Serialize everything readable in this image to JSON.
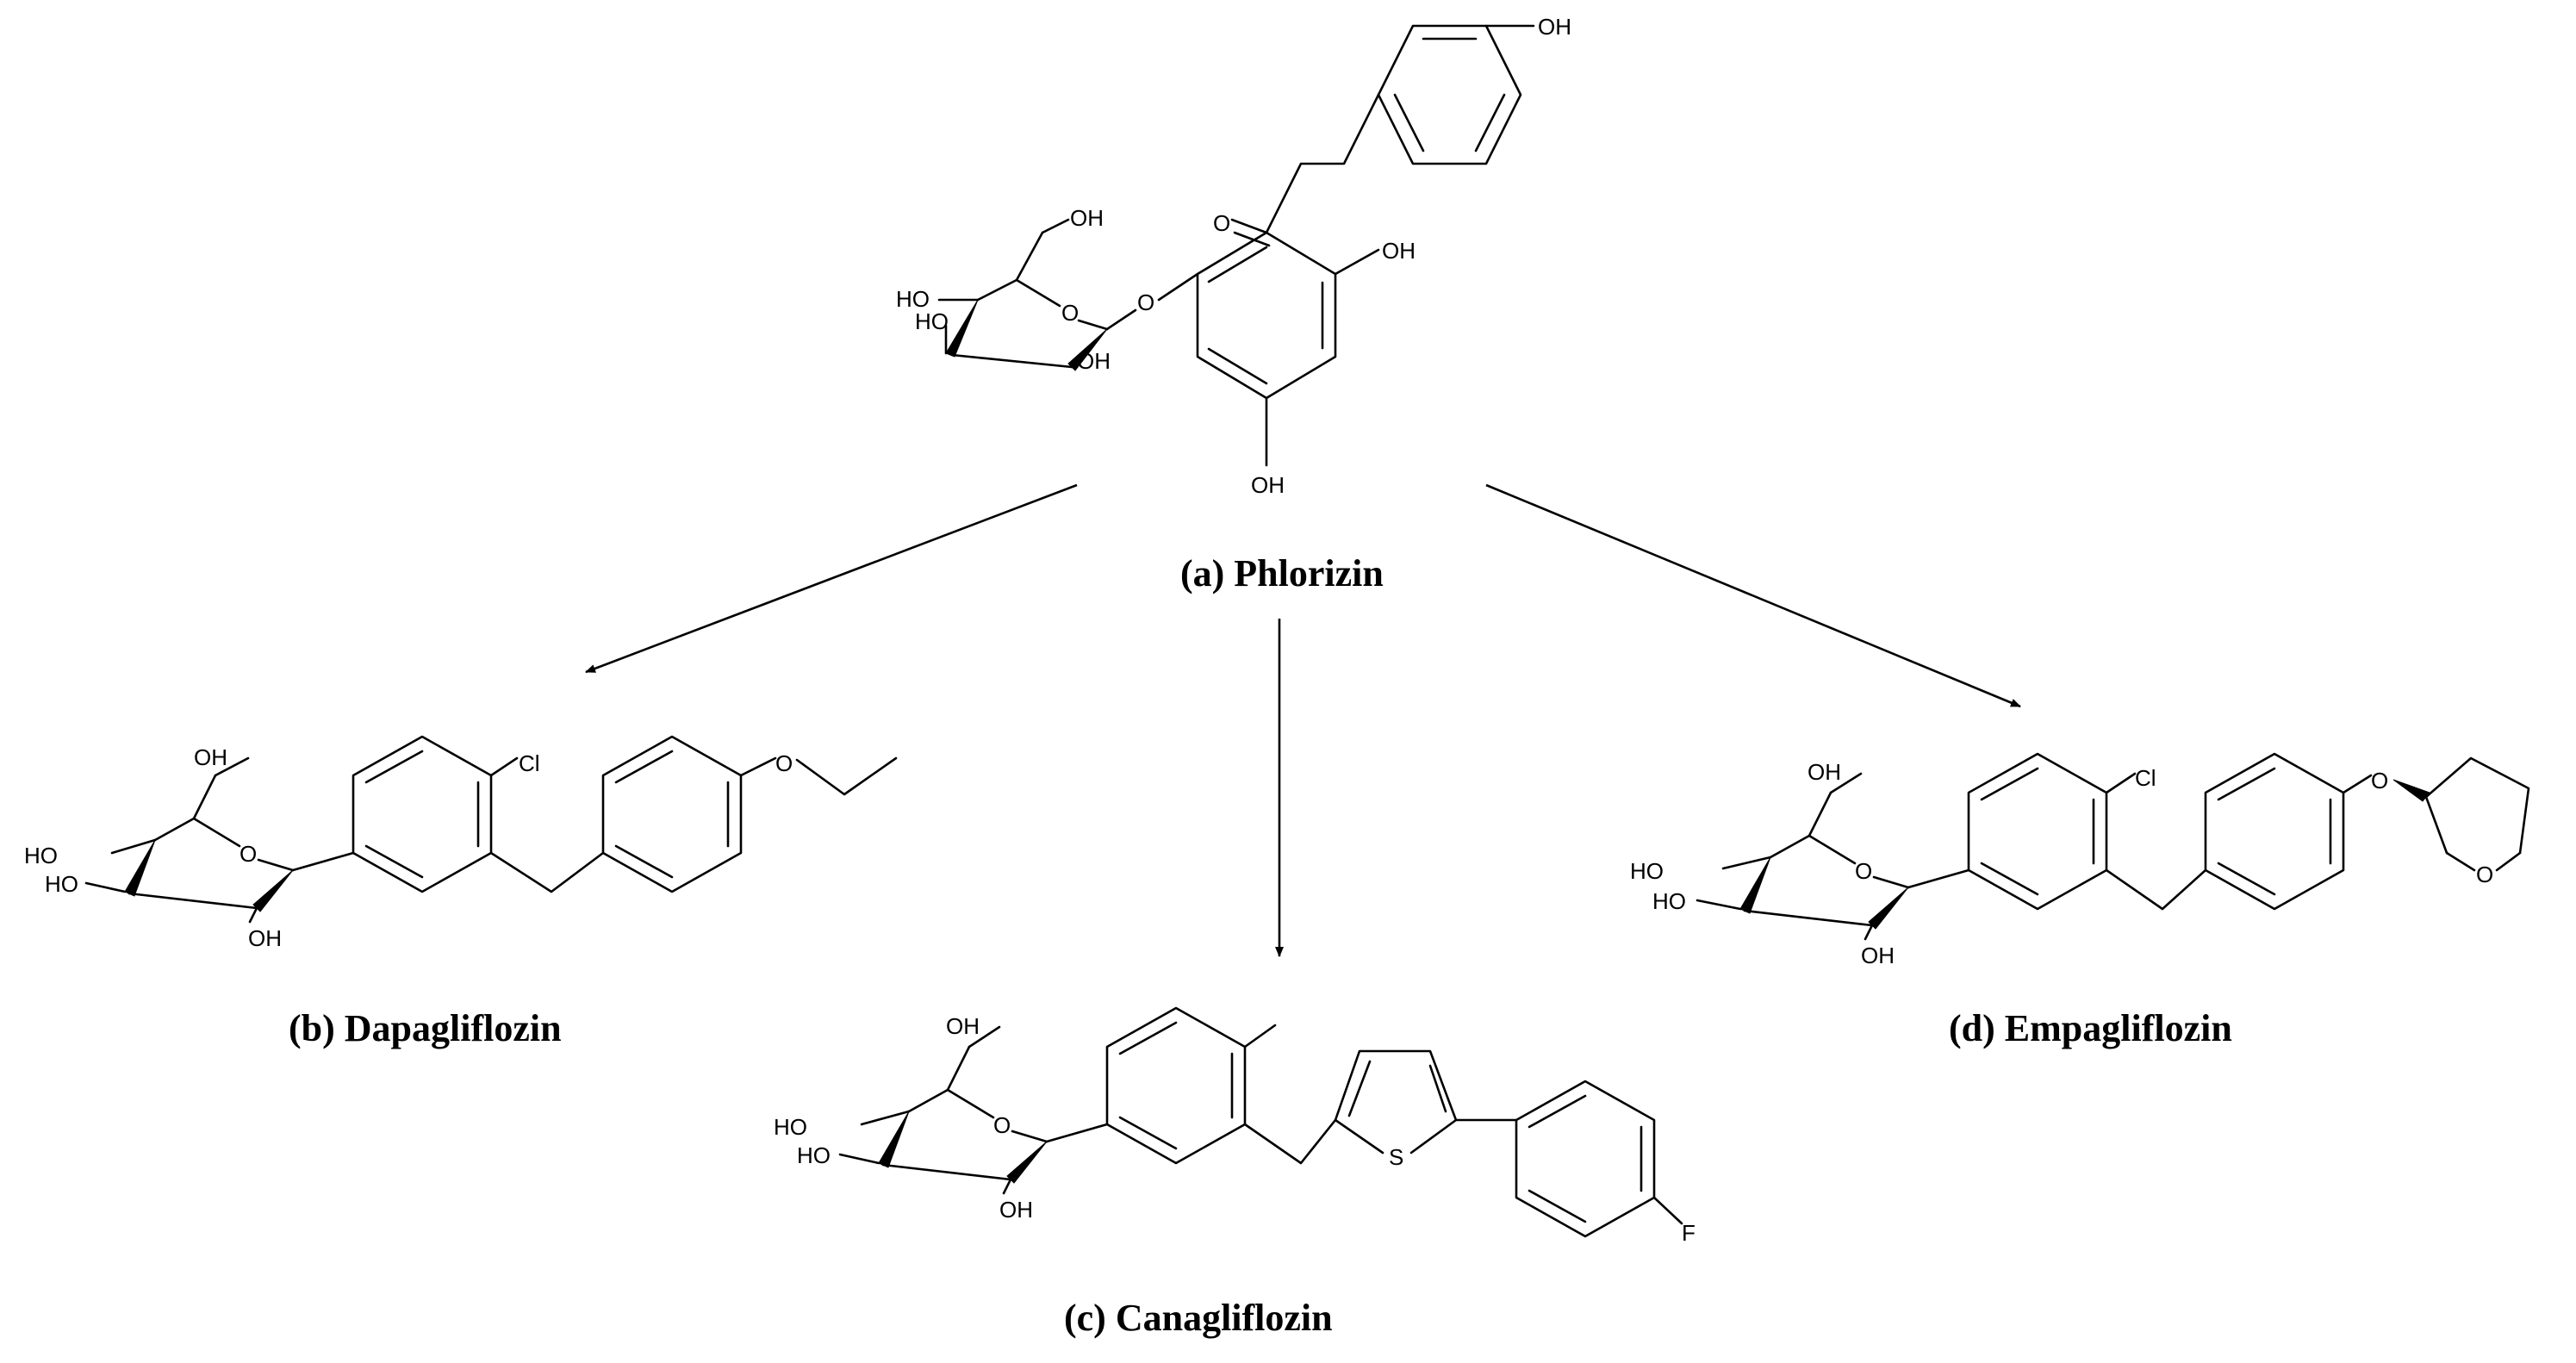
{
  "compounds": {
    "phlorizin": {
      "caption": "(a) Phlorizin"
    },
    "dapagliflozin": {
      "caption": "(b) Dapagliflozin"
    },
    "canagliflozin": {
      "caption": "(c) Canagliflozin"
    },
    "empagliflozin": {
      "caption": "(d) Empagliflozin"
    }
  },
  "atoms": {
    "OH": "OH",
    "HO": "HO",
    "O": "O",
    "Cl": "Cl",
    "S": "S",
    "F": "F"
  }
}
